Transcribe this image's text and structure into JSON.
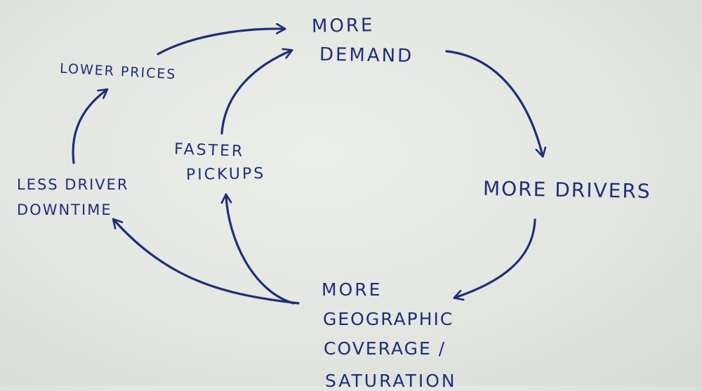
{
  "diagram": {
    "nodes": {
      "more_demand": [
        "MORE",
        "DEMAND"
      ],
      "more_drivers": [
        "MORE DRIVERS"
      ],
      "more_coverage": [
        "MORE",
        "GEOGRAPHIC",
        "COVERAGE /",
        "SATURATION"
      ],
      "faster_pickups": [
        "FASTER",
        "PICKUPS"
      ],
      "less_downtime": [
        "LESS DRIVER",
        "DOWNTIME"
      ],
      "lower_prices": [
        "LOWER PRICES"
      ]
    },
    "edges": [
      {
        "from": "more_demand",
        "to": "more_drivers"
      },
      {
        "from": "more_drivers",
        "to": "more_coverage"
      },
      {
        "from": "more_coverage",
        "to": "faster_pickups"
      },
      {
        "from": "more_coverage",
        "to": "less_downtime"
      },
      {
        "from": "faster_pickups",
        "to": "more_demand"
      },
      {
        "from": "less_downtime",
        "to": "lower_prices"
      },
      {
        "from": "lower_prices",
        "to": "more_demand"
      }
    ],
    "ink_color": "#1f2f78"
  }
}
